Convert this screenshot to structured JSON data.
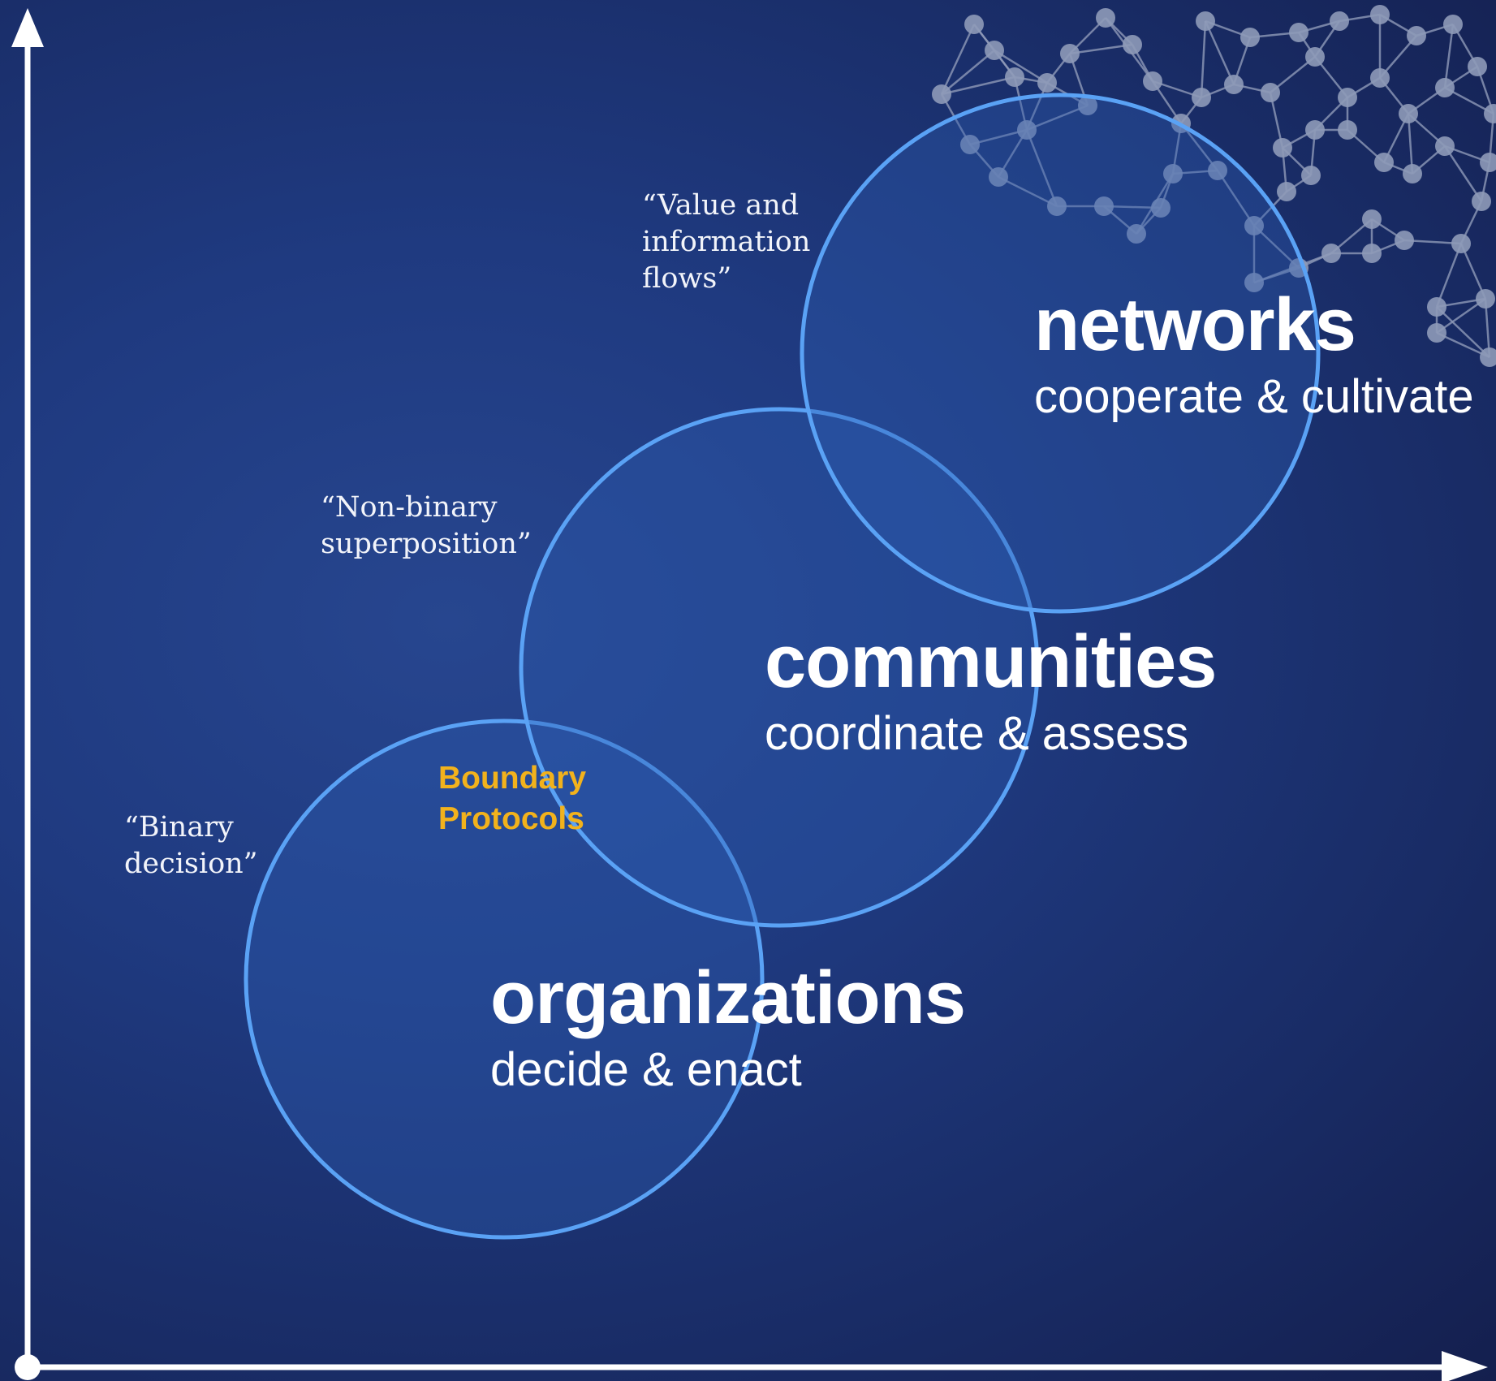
{
  "colors": {
    "circle_stroke": "#5aa2f5",
    "circle_fill": "#2d5cb0",
    "boundary_text": "#f2b21c",
    "axis": "#ffffff",
    "network_graphic": "#8e9ab8"
  },
  "circles": [
    {
      "id": "networks",
      "title": "networks",
      "subtitle": "cooperate & cultivate"
    },
    {
      "id": "communities",
      "title": "communities",
      "subtitle": "coordinate & assess"
    },
    {
      "id": "organizations",
      "title": "organizations",
      "subtitle": "decide & enact"
    }
  ],
  "quotes": {
    "networks": "“Value and\ninformation\nflows”",
    "communities": "“Non-binary\nsuperposition”",
    "organizations": "“Binary\ndecision”"
  },
  "boundary_label": "Boundary\nProtocols",
  "icons": {
    "background_graphic": "network-mesh-icon"
  }
}
